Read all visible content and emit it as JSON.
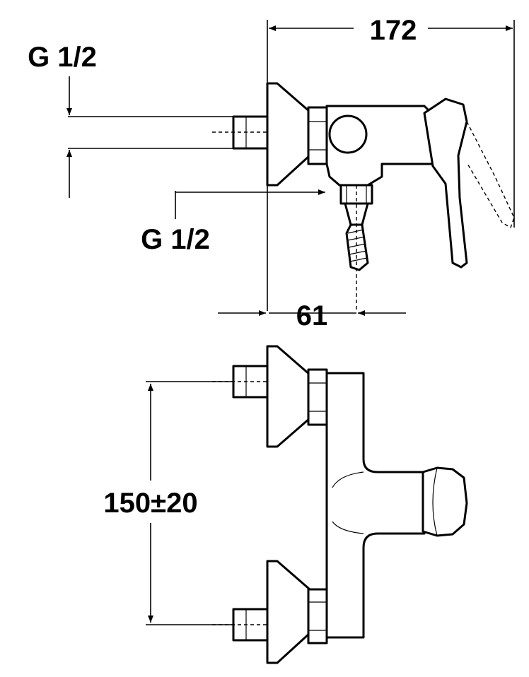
{
  "dimensions": {
    "thread_top": "G 1/2",
    "thread_outlet": "G 1/2",
    "overall_depth": "172",
    "outlet_offset": "61",
    "center_distance": "150±20"
  }
}
